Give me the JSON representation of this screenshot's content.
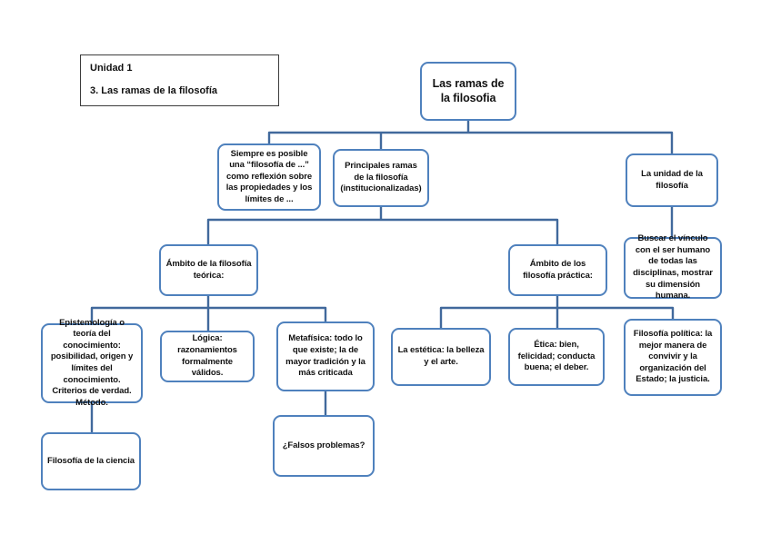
{
  "page_title": "Las ramas de la filosofia - mapa conceptual",
  "colors": {
    "box_border": "#4f81bd",
    "connector_line": "#41699c",
    "header_border": "#3c3c3c",
    "background": "#ffffff",
    "text": "#111111"
  },
  "header_box": {
    "line1": "Unidad 1",
    "line2": "3. Las ramas de la filosofía"
  },
  "nodes": {
    "title": {
      "label": "Las ramas de la filosofia"
    },
    "siempre": {
      "label": "Siempre es posible una “filosofía de ...” como reflexión sobre las propiedades y los límites de ..."
    },
    "principales": {
      "label": "Principales ramas de la filosofía (institucionalizadas)"
    },
    "la_unidad": {
      "label": "La unidad de la filosofía"
    },
    "ambito_teorica": {
      "label": "Ámbito de la filosofía teórica:"
    },
    "ambito_practica": {
      "label": "Ámbito de los filosofía práctica:"
    },
    "buscar_vinculo": {
      "label": "Buscar el vínculo con el ser humano de todas las disciplinas, mostrar su dimensión humana."
    },
    "epistemologia": {
      "label": "Epistemología o teoría del conocimiento: posibilidad, origen y límites del conocimiento. Criterios de verdad. Método."
    },
    "logica": {
      "label": "Lógica: razonamientos formalmente válidos."
    },
    "metafisica": {
      "label": "Metafísica: todo lo que existe; la de mayor tradición y la más criticada"
    },
    "estetica": {
      "label": "La estética: la belleza y el arte."
    },
    "etica": {
      "label": "Ética: bien, felicidad; conducta buena; el deber."
    },
    "politica": {
      "label": "Filosofía política: la mejor manera de convivir y la organización del Estado; la justicia."
    },
    "ciencia": {
      "label": "Filosofía de la ciencia"
    },
    "falsos": {
      "label": "¿Falsos problemas?"
    }
  }
}
